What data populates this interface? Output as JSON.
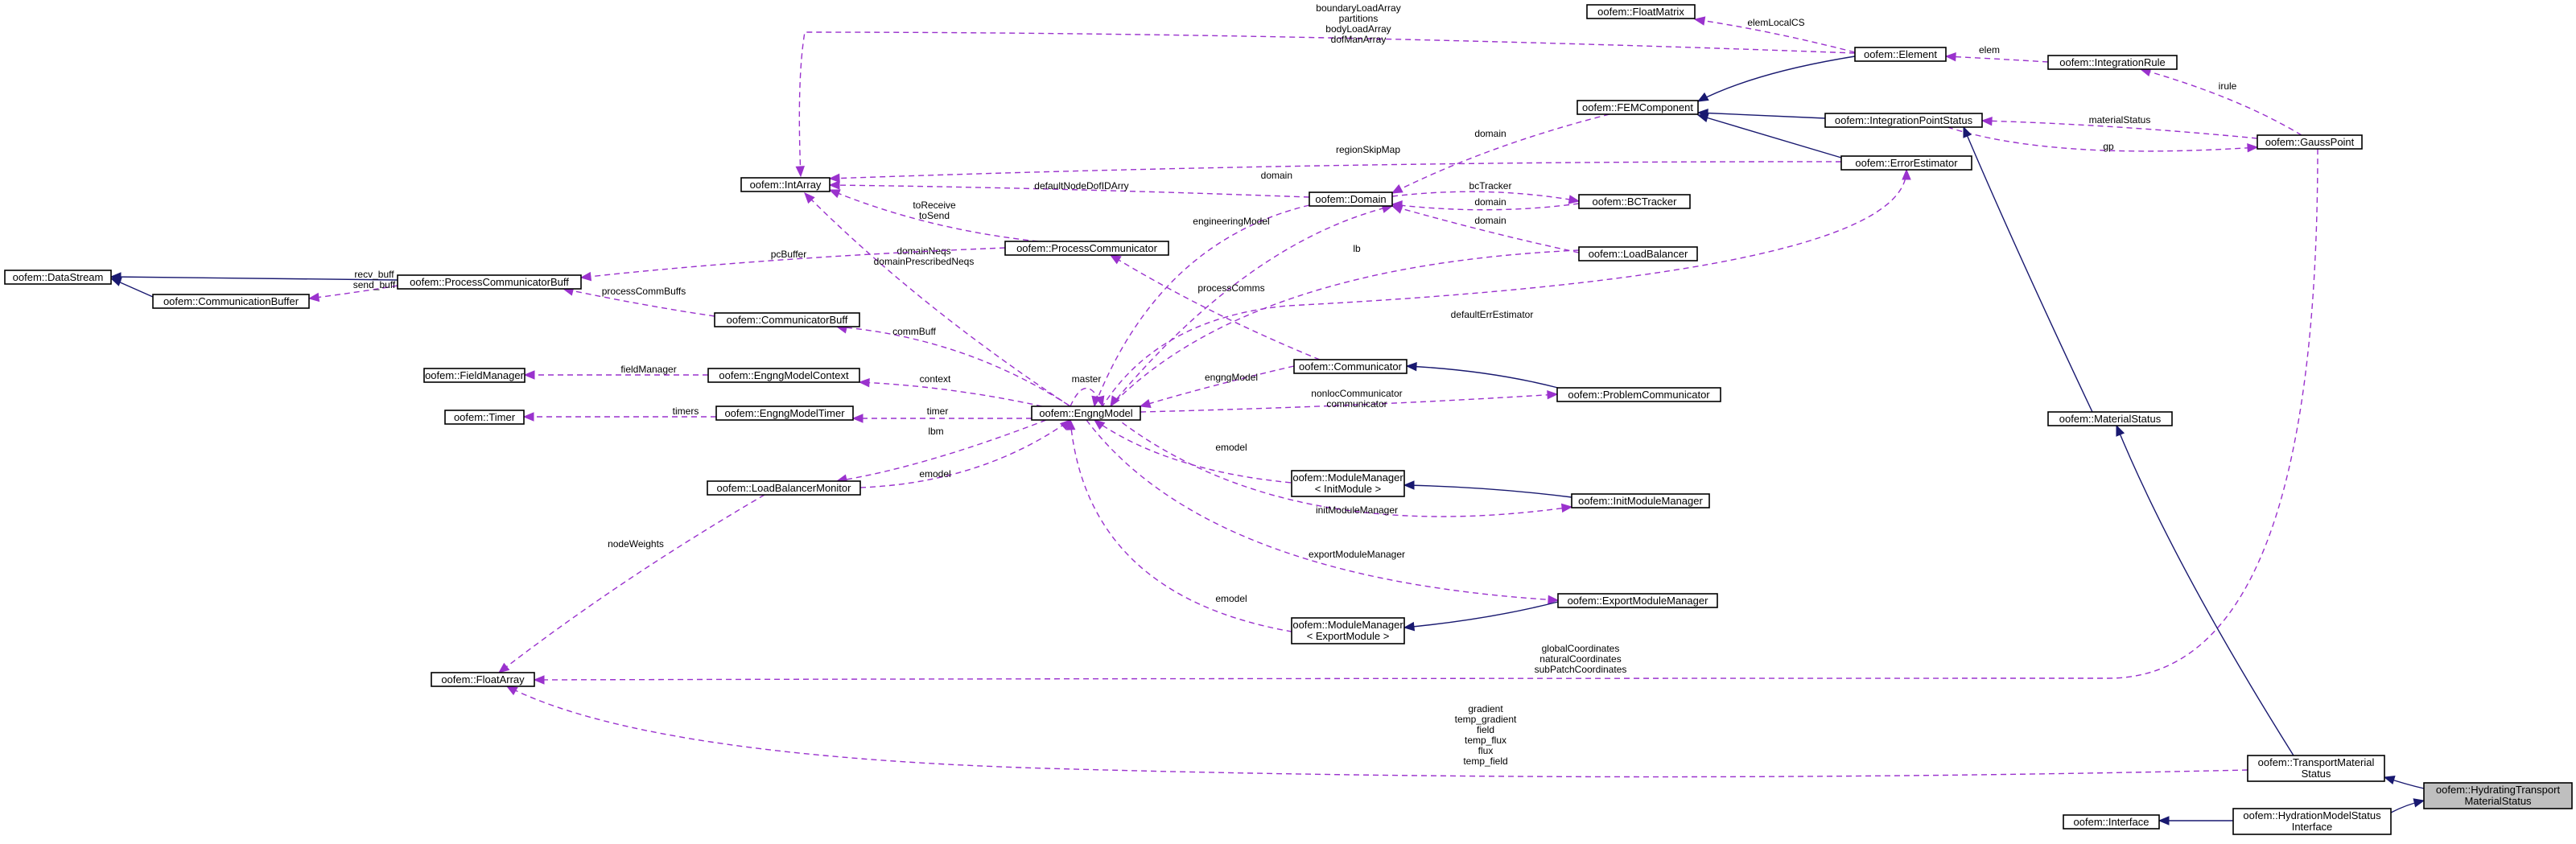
{
  "colors": {
    "inherit": "#191970",
    "use": "#9a32cd",
    "selected_fill": "#bfbfbf"
  },
  "nodes": {
    "datastream": [
      "oofem::DataStream"
    ],
    "commbuffer": [
      "oofem::CommunicationBuffer"
    ],
    "pcbuff": [
      "oofem::ProcessCommunicatorBuff"
    ],
    "intarray": [
      "oofem::IntArray"
    ],
    "fieldmanager": [
      "oofem::FieldManager"
    ],
    "timer": [
      "oofem::Timer"
    ],
    "floatarray": [
      "oofem::FloatArray"
    ],
    "engngctx": [
      "oofem::EngngModelContext"
    ],
    "engngtimer": [
      "oofem::EngngModelTimer"
    ],
    "lbmonitor": [
      "oofem::LoadBalancerMonitor"
    ],
    "combuff": [
      "oofem::CommunicatorBuff"
    ],
    "procomm": [
      "oofem::ProcessCommunicator"
    ],
    "engngmodel": [
      "oofem::EngngModel"
    ],
    "domain": [
      "oofem::Domain"
    ],
    "communicator": [
      "oofem::Communicator"
    ],
    "mm_init": [
      "oofem::ModuleManager",
      "< InitModule >"
    ],
    "mm_export": [
      "oofem::ModuleManager",
      "< ExportModule >"
    ],
    "floatmatrix": [
      "oofem::FloatMatrix"
    ],
    "femcomponent": [
      "oofem::FEMComponent"
    ],
    "bctracker": [
      "oofem::BCTracker"
    ],
    "loadbalancer": [
      "oofem::LoadBalancer"
    ],
    "problemcomm": [
      "oofem::ProblemCommunicator"
    ],
    "initmm": [
      "oofem::InitModuleManager"
    ],
    "exportmm": [
      "oofem::ExportModuleManager"
    ],
    "element": [
      "oofem::Element"
    ],
    "ipstatus": [
      "oofem::IntegrationPointStatus"
    ],
    "errest": [
      "oofem::ErrorEstimator"
    ],
    "intrule": [
      "oofem::IntegrationRule"
    ],
    "gausspoint": [
      "oofem::GaussPoint"
    ],
    "matstatus": [
      "oofem::MaterialStatus"
    ],
    "transport": [
      "oofem::TransportMaterial",
      "Status"
    ],
    "hydrating": [
      "oofem::HydratingTransport",
      "MaterialStatus"
    ],
    "hydrationmodel": [
      "oofem::HydrationModelStatus",
      "Interface"
    ],
    "interface": [
      "oofem::Interface"
    ]
  },
  "edge_labels": {
    "cb_ds": [],
    "pcb_ds": [],
    "pcb_cb": [
      "recv_buff",
      "send_buff"
    ],
    "elem_int": [
      "boundaryLoadArray",
      "partitions",
      "bodyLoadArray",
      "dofManArray"
    ],
    "err_int": [
      "regionSkipMap"
    ],
    "dom_int": [
      "defaultNodeDofIDArry"
    ],
    "pc_int": [
      "toReceive",
      "toSend"
    ],
    "em_int": [
      "domainNeqs",
      "domainPrescribedNeqs"
    ],
    "pc_pcb": [
      "pcBuffer"
    ],
    "cbuff_pcb": [
      "processCommBuffs"
    ],
    "fm_ctx": [
      "fieldManager"
    ],
    "timer_et": [
      "timers"
    ],
    "fa_lbm": [
      "nodeWeights"
    ],
    "gp_fa": [
      "globalCoordinates",
      "naturalCoordinates",
      "subPatchCoordinates"
    ],
    "tms_fa": [
      "gradient",
      "temp_gradient",
      "field",
      "temp_flux",
      "flux",
      "temp_field"
    ],
    "cbuff_em": [
      "commBuff"
    ],
    "ctx_em": [
      "context"
    ],
    "et_em": [
      "timer"
    ],
    "lbm_em": [
      "lbm"
    ],
    "em_lbm": [
      "emodel"
    ],
    "em_em": [
      "master"
    ],
    "dom_em": [
      "engineeringModel"
    ],
    "em_dom": [
      "domain"
    ],
    "fem_dom": [
      "domain"
    ],
    "bct_dom": [
      "bcTracker"
    ],
    "dom_bct": [
      "domain"
    ],
    "lb_dom": [
      "domain"
    ],
    "lb_em": [
      "lb"
    ],
    "pc_comm": [
      "processComms"
    ],
    "comm_em": [
      "engngModel"
    ],
    "em_mmi": [
      "emodel"
    ],
    "em_mme": [
      "emodel"
    ],
    "err_em": [
      "defaultErrEstimator"
    ],
    "prc_em": [
      "nonlocCommunicator",
      "communicator"
    ],
    "imm_em": [
      "initModuleManager"
    ],
    "emm_em": [
      "exportModuleManager"
    ],
    "comm_prc": [],
    "mmi_imm": [],
    "mme_emm": [],
    "fem_elem": [],
    "fem_ips": [],
    "fem_err": [],
    "fm_elem": [
      "elemLocalCS"
    ],
    "elem_ir": [
      "elem"
    ],
    "ir_gp": [
      "irule"
    ],
    "ips_gp": [
      "materialStatus"
    ],
    "gp_ips": [
      "gp"
    ],
    "ips_ms": [],
    "ms_tms": [],
    "tms_htms": [],
    "hm_htms": [],
    "if_hm": []
  }
}
